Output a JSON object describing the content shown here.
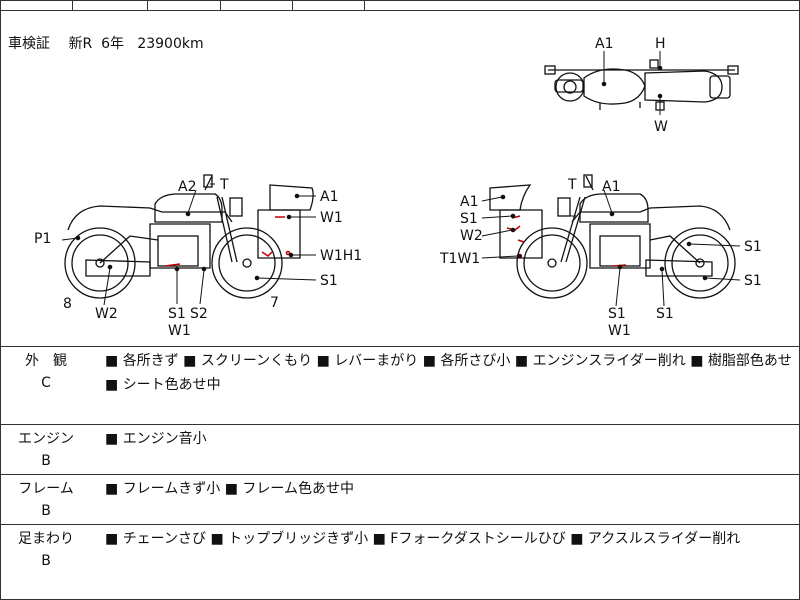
{
  "registration": {
    "text": "車検証　 新R  6年   23900km"
  },
  "diagrams": {
    "top_view": {
      "labels": [
        "A1",
        "H",
        "W"
      ]
    },
    "left_side": {
      "labels": [
        "A2",
        "T",
        "A1",
        "W1",
        "P1",
        "W1H1",
        "S1",
        "8",
        "W2",
        "S1",
        "S2",
        "W1",
        "7"
      ]
    },
    "right_side": {
      "labels": [
        "T",
        "A1",
        "A1",
        "S1",
        "W2",
        "T1W1",
        "S1",
        "S1",
        "S1",
        "W1",
        "S1"
      ]
    }
  },
  "sections": [
    {
      "name": "外　観",
      "grade": "C",
      "items": [
        "各所きず",
        "スクリーンくもり",
        "レバーまがり",
        "各所さび小",
        "エンジンスライダー削れ",
        "樹脂部色あせ",
        "シート色あせ中"
      ]
    },
    {
      "name": "エンジン",
      "grade": "B",
      "items": [
        "エンジン音小"
      ]
    },
    {
      "name": "フレーム",
      "grade": "B",
      "items": [
        "フレームきず小",
        "フレーム色あせ中"
      ]
    },
    {
      "name": "足まわり",
      "grade": "B",
      "items": [
        "チェーンさび",
        "トップブリッジきず小",
        "Fフォークダストシールひび",
        "アクスルスライダー削れ"
      ]
    }
  ],
  "bullet_glyph": "■",
  "colors": {
    "ink": "#111111",
    "damage_mark": "#c00000",
    "line": "#333333"
  }
}
